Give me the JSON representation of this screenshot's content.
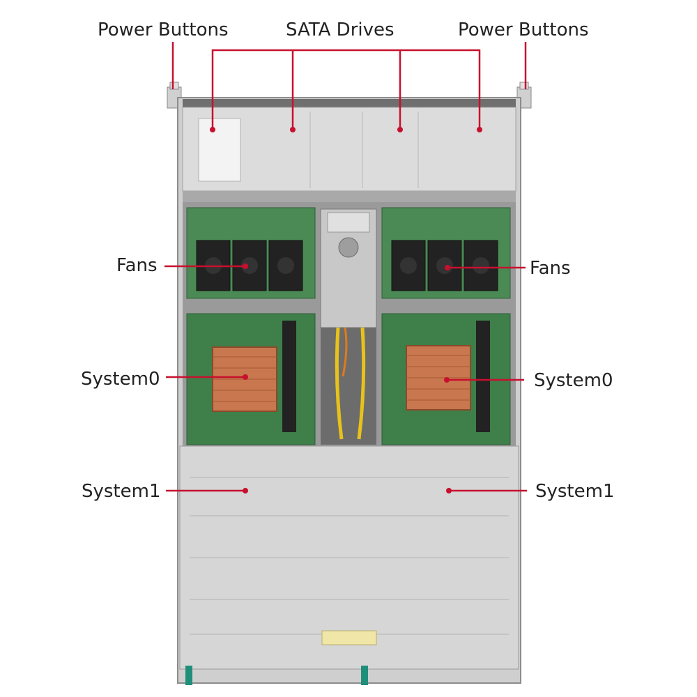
{
  "colors": {
    "callout": "#c8102e",
    "chassis_light": "#dcdcdc",
    "chassis_mid": "#bfbfbf",
    "chassis_dark": "#8c8c8c",
    "pcb": "#3f7f4a",
    "pcb_dark": "#2e5e36",
    "heatsink": "#c8774e",
    "fan": "#222222",
    "cable": "#e8c21a",
    "tab": "#1f8f7a"
  },
  "labels": {
    "power_left": "Power Buttons",
    "sata": "SATA Drives",
    "power_right": "Power Buttons",
    "fans_left": "Fans",
    "fans_right": "Fans",
    "system0_left": "System0",
    "system0_right": "System0",
    "system1_left": "System1",
    "system1_right": "System1"
  },
  "icons": {
    "fan": "fan-icon",
    "heatsink": "heatsink-icon",
    "power": "power-button-icon"
  }
}
